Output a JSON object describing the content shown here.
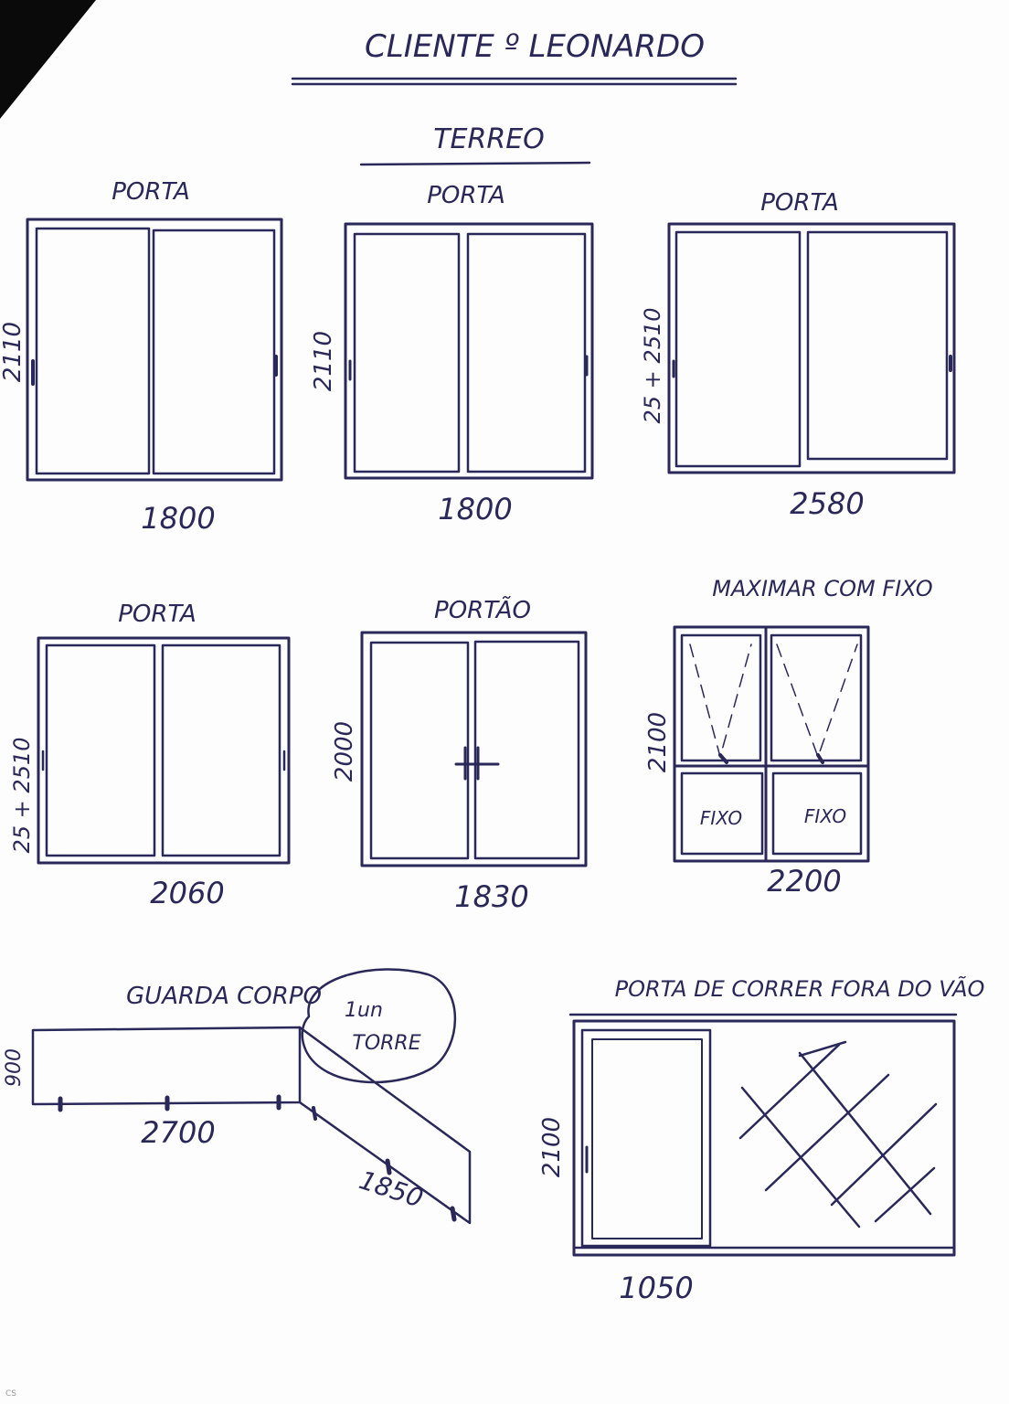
{
  "header": {
    "title": "CLIENTE º LEONARDO",
    "section": "TERREO"
  },
  "items": [
    {
      "label": "PORTA",
      "height_label": "2110",
      "width_label": "1800"
    },
    {
      "label": "PORTA",
      "height_label": "2110",
      "width_label": "1800"
    },
    {
      "label": "PORTA",
      "height_label": "25 + 2510",
      "width_label": "2580"
    },
    {
      "label": "PORTA",
      "height_label": "25 + 2510",
      "width_label": "2060"
    },
    {
      "label": "PORTÃO",
      "height_label": "2000",
      "width_label": "1830"
    },
    {
      "label": "MAXIMAR COM FIXO",
      "height_label": "2100",
      "width_label": "2200",
      "fixed_labels": [
        "FIXO",
        "FIXO"
      ]
    }
  ],
  "guard": {
    "label": "GUARDA CORPO",
    "height_label": "900",
    "length_a": "2700",
    "length_b": "1850",
    "note_line1": "1un",
    "note_line2": "TORRE"
  },
  "sliding_outside": {
    "label": "PORTA DE CORRER FORA DO VÃO",
    "height_label": "2100",
    "width_label": "1050"
  },
  "footer": {
    "scanner_tag": "CS"
  }
}
